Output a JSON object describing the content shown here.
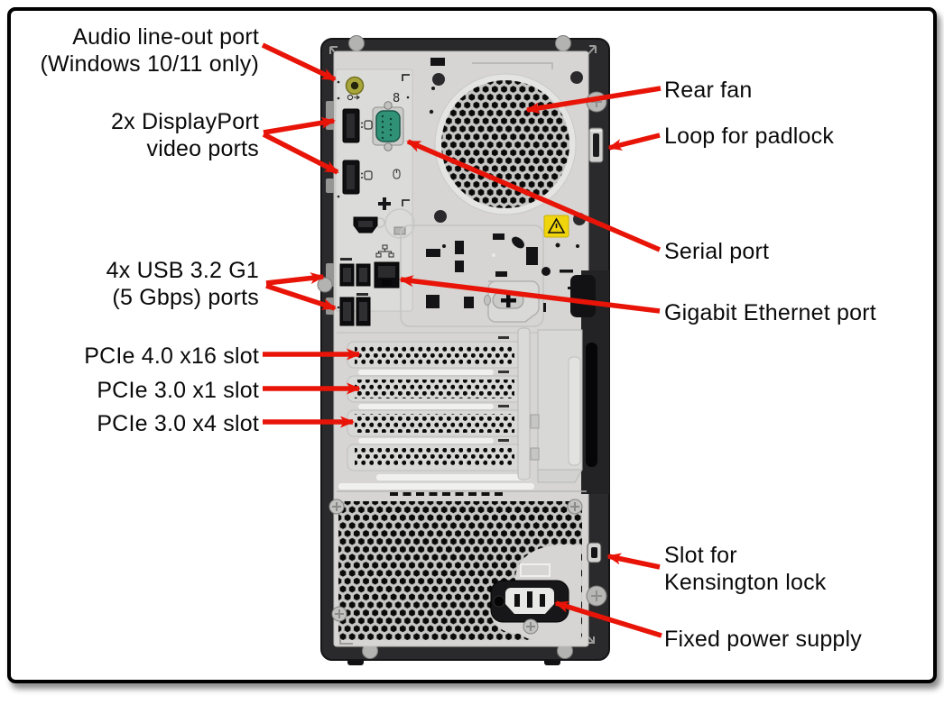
{
  "figure": {
    "subject": "Tower PC rear view callout diagram",
    "colors": {
      "arrow_red": "#e81408",
      "warning_yellow": "#f0d50c",
      "audio_jack_olive": "#a8a63a",
      "serial_teal": "#2f9277",
      "chassis_black": "#2a2a2c",
      "panel_gray": "#d6d5d3"
    },
    "callouts": {
      "audio_line_out": {
        "side": "left",
        "text": "Audio line-out port\n(Windows 10/11 only)"
      },
      "displayport": {
        "side": "left",
        "text": "2x DisplayPort\nvideo ports"
      },
      "usb": {
        "side": "left",
        "text": "4x USB 3.2 G1\n(5 Gbps) ports"
      },
      "pcie_x16": {
        "side": "left",
        "text": "PCIe 4.0 x16 slot"
      },
      "pcie_x1": {
        "side": "left",
        "text": "PCIe 3.0 x1 slot"
      },
      "pcie_x4": {
        "side": "left",
        "text": "PCIe 3.0 x4 slot"
      },
      "rear_fan": {
        "side": "right",
        "text": "Rear fan"
      },
      "padlock_loop": {
        "side": "right",
        "text": "Loop for padlock"
      },
      "serial_port": {
        "side": "right",
        "text": "Serial port"
      },
      "ethernet": {
        "side": "right",
        "text": "Gigabit Ethernet port"
      },
      "kensington": {
        "side": "right",
        "text": "Slot for\nKensington lock"
      },
      "power_supply": {
        "side": "right",
        "text": "Fixed power supply"
      }
    }
  }
}
